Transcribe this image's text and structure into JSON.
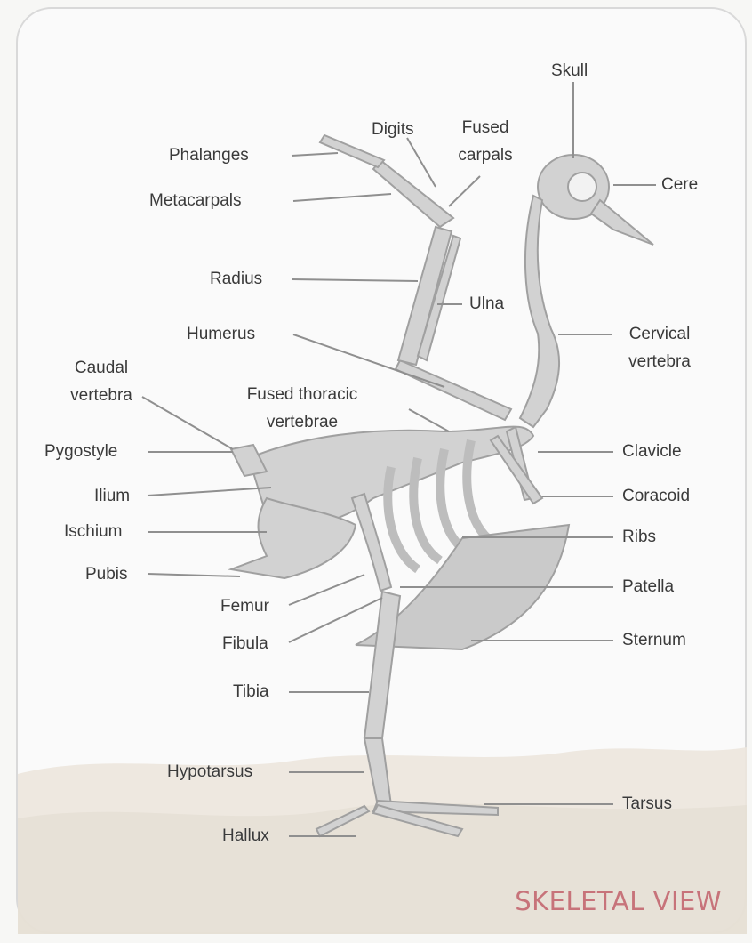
{
  "labels": {
    "skull": "Skull",
    "digits": "Digits",
    "fused_carpals_1": "Fused",
    "fused_carpals_2": "carpals",
    "phalanges": "Phalanges",
    "metacarpals": "Metacarpals",
    "cere": "Cere",
    "radius": "Radius",
    "ulna": "Ulna",
    "humerus": "Humerus",
    "cervical_1": "Cervical",
    "cervical_2": "vertebra",
    "caudal_1": "Caudal",
    "caudal_2": "vertebra",
    "fused_thoracic_1": "Fused thoracic",
    "fused_thoracic_2": "vertebrae",
    "pygostyle": "Pygostyle",
    "clavicle": "Clavicle",
    "ilium": "Ilium",
    "coracoid": "Coracoid",
    "ischium": "Ischium",
    "ribs": "Ribs",
    "pubis": "Pubis",
    "patella": "Patella",
    "femur": "Femur",
    "fibula": "Fibula",
    "sternum": "Sternum",
    "tibia": "Tibia",
    "hypotarsus": "Hypotarsus",
    "tarsus": "Tarsus",
    "hallux": "Hallux"
  },
  "footer": {
    "title": "SKELETAL VIEW"
  },
  "colors": {
    "bone_fill": "#cfcfcf",
    "bone_stroke": "#9a9a9a",
    "leader_line": "#8f8f8f",
    "ground": "#e7e1d8",
    "title": "#c7737a"
  }
}
